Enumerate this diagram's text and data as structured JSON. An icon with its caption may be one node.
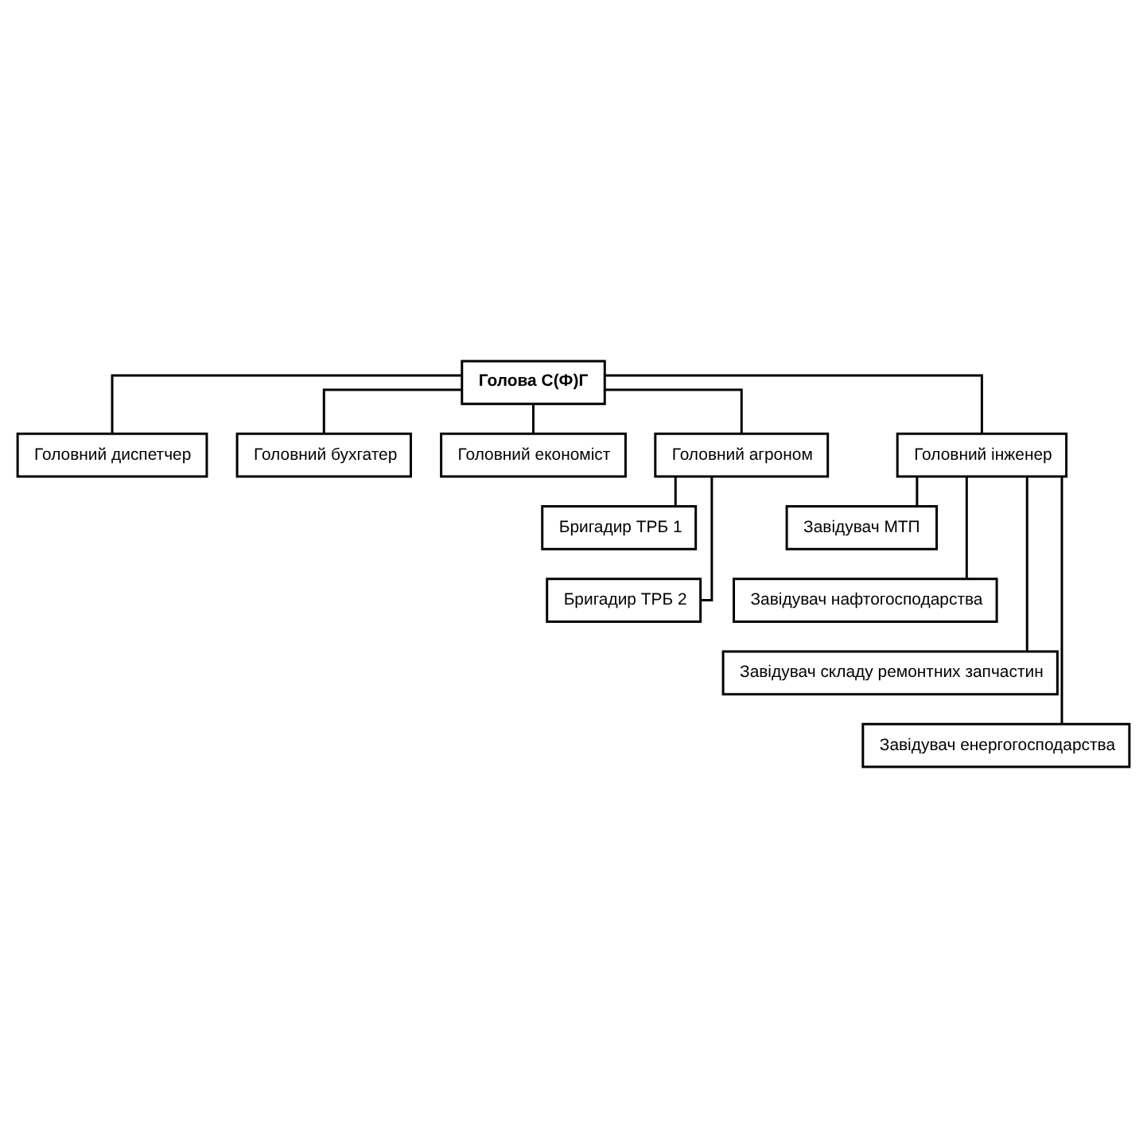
{
  "diagram": {
    "nodes": [
      {
        "text": [
          "Голова С(Ф)Г"
        ]
      },
      {
        "text": [
          "Головний диспетчер"
        ]
      },
      {
        "text": [
          "Головний бухгатер"
        ]
      },
      {
        "text": [
          "Головний економіст"
        ]
      },
      {
        "text": [
          "Головний агроном"
        ]
      },
      {
        "text": [
          "Головний інженер"
        ]
      },
      {
        "text": [
          "Бригадир ТРБ 1"
        ]
      },
      {
        "text": [
          "Бригадир ТРБ 2"
        ]
      },
      {
        "text": [
          "Завідувач МТП"
        ]
      },
      {
        "text": [
          "Завідувач нафтогосподарства"
        ]
      },
      {
        "text": [
          "Завідувач складу ремонтних запчастин"
        ]
      },
      {
        "text": [
          "Завідувач енергогосподарства"
        ]
      }
    ],
    "edges": [
      {
        "from": 0,
        "to": 1,
        "arrow": "none"
      },
      {
        "from": 0,
        "to": 2,
        "arrow": "none"
      },
      {
        "from": 0,
        "to": 3,
        "arrow": "none"
      },
      {
        "from": 0,
        "to": 4,
        "arrow": "none"
      },
      {
        "from": 0,
        "to": 5,
        "arrow": "none"
      },
      {
        "from": 4,
        "to": 6,
        "arrow": "none"
      },
      {
        "from": 4,
        "to": 7,
        "arrow": "none"
      },
      {
        "from": 5,
        "to": 8,
        "arrow": "none"
      },
      {
        "from": 5,
        "to": 9,
        "arrow": "none"
      },
      {
        "from": 5,
        "to": 10,
        "arrow": "none"
      },
      {
        "from": 5,
        "to": 11,
        "arrow": "none"
      }
    ]
  }
}
